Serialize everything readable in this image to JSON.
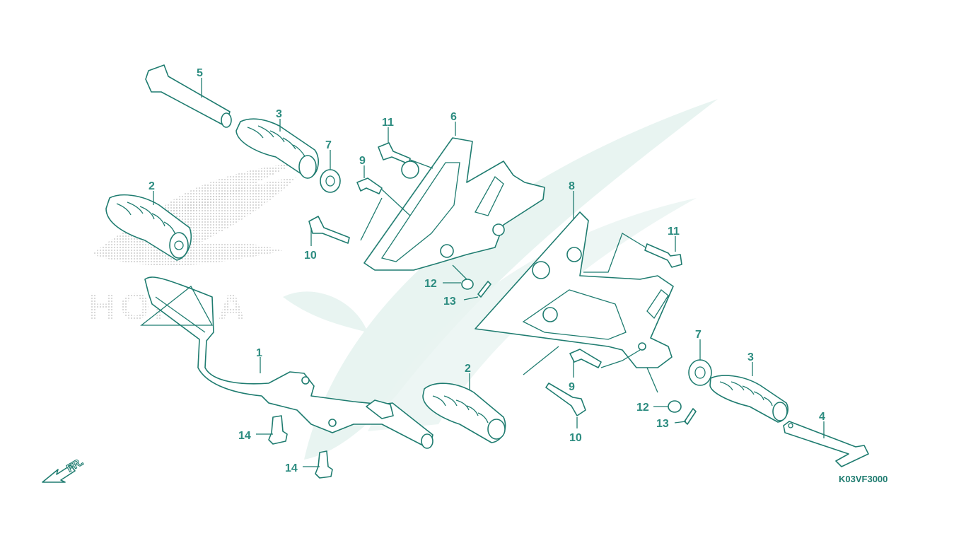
{
  "diagram": {
    "callouts": [
      {
        "id": "c1",
        "text": "1"
      },
      {
        "id": "c2",
        "text": "2"
      },
      {
        "id": "c3a",
        "text": "3"
      },
      {
        "id": "c3b",
        "text": "3"
      },
      {
        "id": "c4",
        "text": "4"
      },
      {
        "id": "c5",
        "text": "5"
      },
      {
        "id": "c6",
        "text": "6"
      },
      {
        "id": "c7a",
        "text": "7"
      },
      {
        "id": "c7b",
        "text": "7"
      },
      {
        "id": "c8",
        "text": "8"
      },
      {
        "id": "c9a",
        "text": "9"
      },
      {
        "id": "c9b",
        "text": "9"
      },
      {
        "id": "c10a",
        "text": "10"
      },
      {
        "id": "c10b",
        "text": "10"
      },
      {
        "id": "c11a",
        "text": "11"
      },
      {
        "id": "c11b",
        "text": "11"
      },
      {
        "id": "c12a",
        "text": "12"
      },
      {
        "id": "c12b",
        "text": "12"
      },
      {
        "id": "c13a",
        "text": "13"
      },
      {
        "id": "c13b",
        "text": "13"
      },
      {
        "id": "c14a",
        "text": "14"
      },
      {
        "id": "c14b",
        "text": "14"
      }
    ],
    "direction_marker": "FR.",
    "diagram_code": "K03VF3000",
    "watermark_brand": "HONDA",
    "colors": {
      "line": "#1f7c70",
      "label": "#2c8c80",
      "watermark": "#e8f4f1",
      "dots": "#bdbdbd"
    }
  }
}
